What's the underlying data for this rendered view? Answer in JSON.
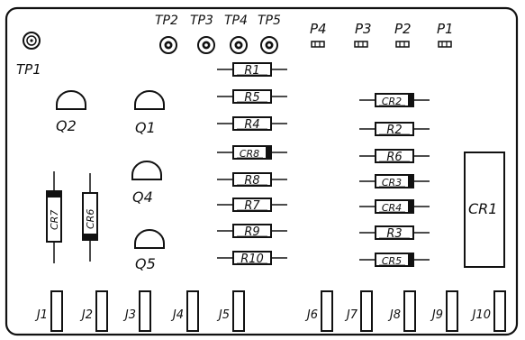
{
  "board": {
    "test_points": [
      {
        "label": "TP1"
      },
      {
        "label": "TP2"
      },
      {
        "label": "TP3"
      },
      {
        "label": "TP4"
      },
      {
        "label": "TP5"
      }
    ],
    "connectors": [
      {
        "label": "P4"
      },
      {
        "label": "P3"
      },
      {
        "label": "P2"
      },
      {
        "label": "P1"
      }
    ],
    "transistors": [
      {
        "label": "Q2"
      },
      {
        "label": "Q1"
      },
      {
        "label": "Q4"
      },
      {
        "label": "Q5"
      }
    ],
    "vertical_diodes": [
      {
        "label": "CR7"
      },
      {
        "label": "CR6"
      }
    ],
    "center_column": [
      {
        "label": "R1",
        "kind": "resistor"
      },
      {
        "label": "R5",
        "kind": "resistor"
      },
      {
        "label": "R4",
        "kind": "resistor"
      },
      {
        "label": "CR8",
        "kind": "diode"
      },
      {
        "label": "R8",
        "kind": "resistor"
      },
      {
        "label": "R7",
        "kind": "resistor"
      },
      {
        "label": "R9",
        "kind": "resistor"
      },
      {
        "label": "R10",
        "kind": "resistor"
      }
    ],
    "right_column": [
      {
        "label": "CR2",
        "kind": "diode"
      },
      {
        "label": "R2",
        "kind": "resistor"
      },
      {
        "label": "R6",
        "kind": "resistor"
      },
      {
        "label": "CR3",
        "kind": "diode"
      },
      {
        "label": "CR4",
        "kind": "diode"
      },
      {
        "label": "R3",
        "kind": "resistor"
      },
      {
        "label": "CR5",
        "kind": "diode"
      }
    ],
    "rectifier": {
      "label": "CR1"
    },
    "jumpers": [
      {
        "label": "J1"
      },
      {
        "label": "J2"
      },
      {
        "label": "J3"
      },
      {
        "label": "J4"
      },
      {
        "label": "J5"
      },
      {
        "label": "J6"
      },
      {
        "label": "J7"
      },
      {
        "label": "J8"
      },
      {
        "label": "J9"
      },
      {
        "label": "J10"
      }
    ]
  }
}
